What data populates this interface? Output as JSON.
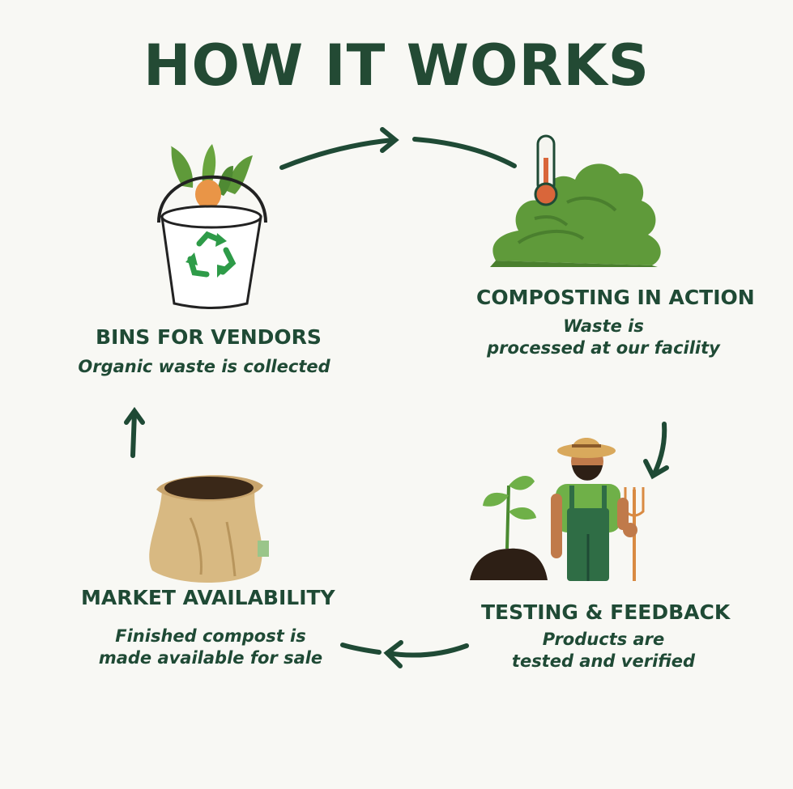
{
  "title": "HOW IT WORKS",
  "steps": {
    "bins": {
      "heading": "BINS FOR VENDORS",
      "desc": [
        "Organic waste is collected"
      ]
    },
    "composting": {
      "heading": "COMPOSTING IN ACTION",
      "desc": [
        "Waste is",
        "processed at our facility"
      ]
    },
    "testing": {
      "heading": "TESTING & FEEDBACK",
      "desc": [
        "Products are",
        "tested and verified"
      ]
    },
    "market": {
      "heading": "MARKET AVAILABILITY",
      "desc": [
        "Finished compost is",
        "made available for sale"
      ]
    }
  },
  "icons": {
    "bins": "bucket-recycle-icon",
    "composting": "compost-pile-thermometer-icon",
    "testing": "farmer-seedling-icon",
    "market": "compost-sack-icon"
  },
  "colors": {
    "text": "#1f4a35",
    "arrow": "#1f4a35",
    "compost_green": "#5a8f3e",
    "recycle_green": "#2e9b48",
    "background": "#f8f8f4"
  }
}
